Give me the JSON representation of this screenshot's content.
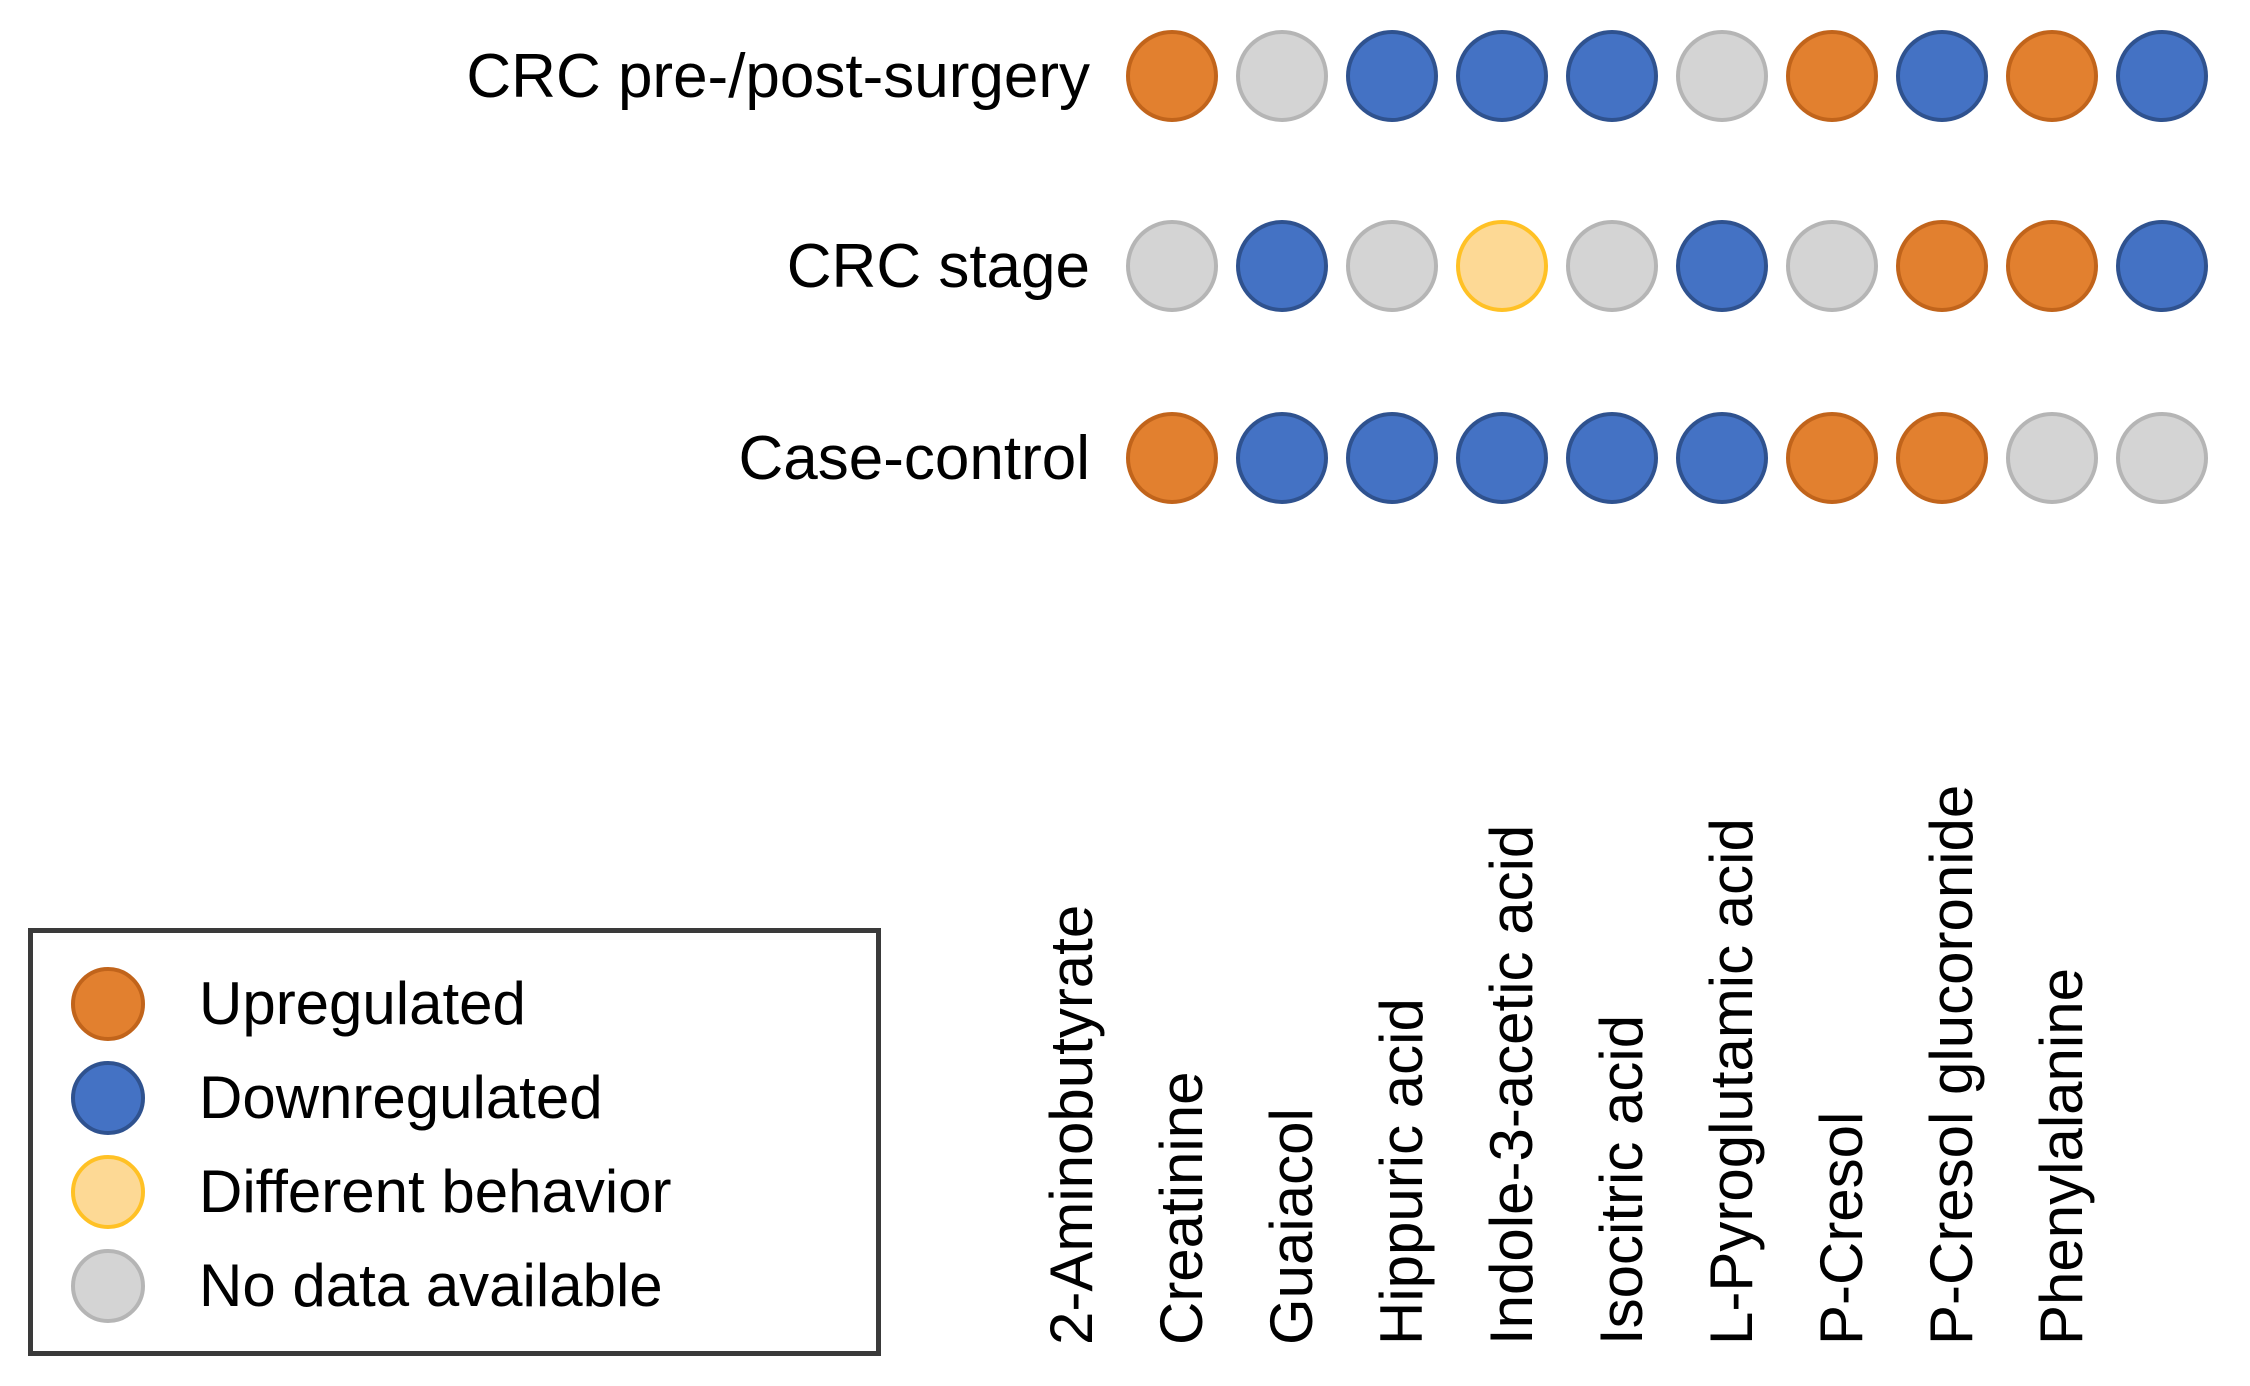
{
  "chart_data": {
    "type": "heatmap",
    "title": "",
    "xlabel": "",
    "ylabel": "",
    "grid": false,
    "legend_position": "bottom-left",
    "categories": [
      "2-Aminobutyrate",
      "Creatinine",
      "Guaiacol",
      "Hippuric acid",
      "Indole-3-acetic acid",
      "Isocitric acid",
      "L-Pyroglutamic acid",
      "P-Cresol",
      "P-Cresol glucoronide",
      "Phenylalanine"
    ],
    "rows": [
      "CRC pre-/post-surgery",
      "CRC stage",
      "Case-control"
    ],
    "series": [
      {
        "name": "CRC pre-/post-surgery",
        "values": [
          "up",
          "nodata",
          "down",
          "down",
          "down",
          "nodata",
          "up",
          "down",
          "up",
          "down"
        ]
      },
      {
        "name": "CRC stage",
        "values": [
          "nodata",
          "down",
          "nodata",
          "different",
          "nodata",
          "down",
          "nodata",
          "up",
          "up",
          "down"
        ]
      },
      {
        "name": "Case-control",
        "values": [
          "up",
          "down",
          "down",
          "down",
          "down",
          "down",
          "up",
          "up",
          "nodata",
          "nodata"
        ]
      }
    ],
    "value_labels": {
      "up": "Upregulated",
      "down": "Downregulated",
      "different": "Different behavior",
      "nodata": "No data available"
    },
    "colors": {
      "up": "#E2802F",
      "down": "#4472C4",
      "different": "#FDD995",
      "nodata": "#D4D4D4"
    }
  },
  "legend": {
    "items": [
      {
        "key": "up",
        "label": "Upregulated"
      },
      {
        "key": "down",
        "label": "Downregulated"
      },
      {
        "key": "different",
        "label": "Different behavior"
      },
      {
        "key": "nodata",
        "label": "No data available"
      }
    ]
  }
}
